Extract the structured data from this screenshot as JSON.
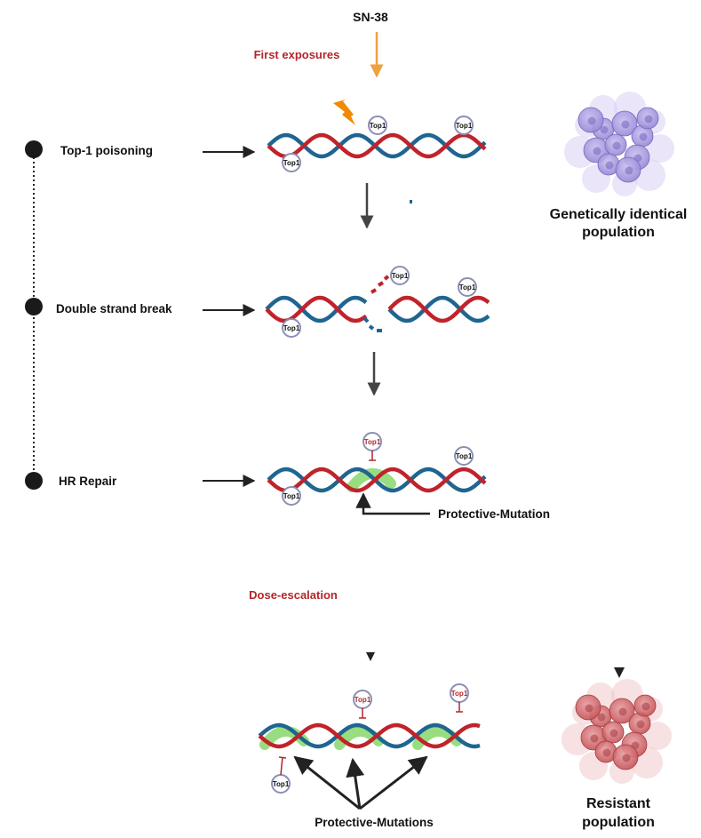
{
  "drug": {
    "name": "SN-38"
  },
  "phases": {
    "first": "First exposures",
    "escalation": "Dose-escalation"
  },
  "steps": [
    {
      "label": "Top-1 poisoning"
    },
    {
      "label": "Double strand break"
    },
    {
      "label": "HR Repair"
    }
  ],
  "enzyme": {
    "label": "Top1"
  },
  "mutation": {
    "single": "Protective-Mutation",
    "multiple": "Protective-Mutations"
  },
  "population": {
    "initial_line1": "Genetically identical",
    "initial_line2": "population",
    "final_line1": "Resistant",
    "final_line2": "population"
  },
  "colors": {
    "strand_red": "#c0232b",
    "strand_blue": "#1f6590",
    "title_red": "#b3262b",
    "drug_arrow": "#f0a040",
    "lightning": "#f08a00",
    "protein_ring": "#8a8fb5",
    "mutation_green": "#44c21a",
    "cluster_purple": "#9d8fd6",
    "cluster_red": "#c85a5e"
  }
}
